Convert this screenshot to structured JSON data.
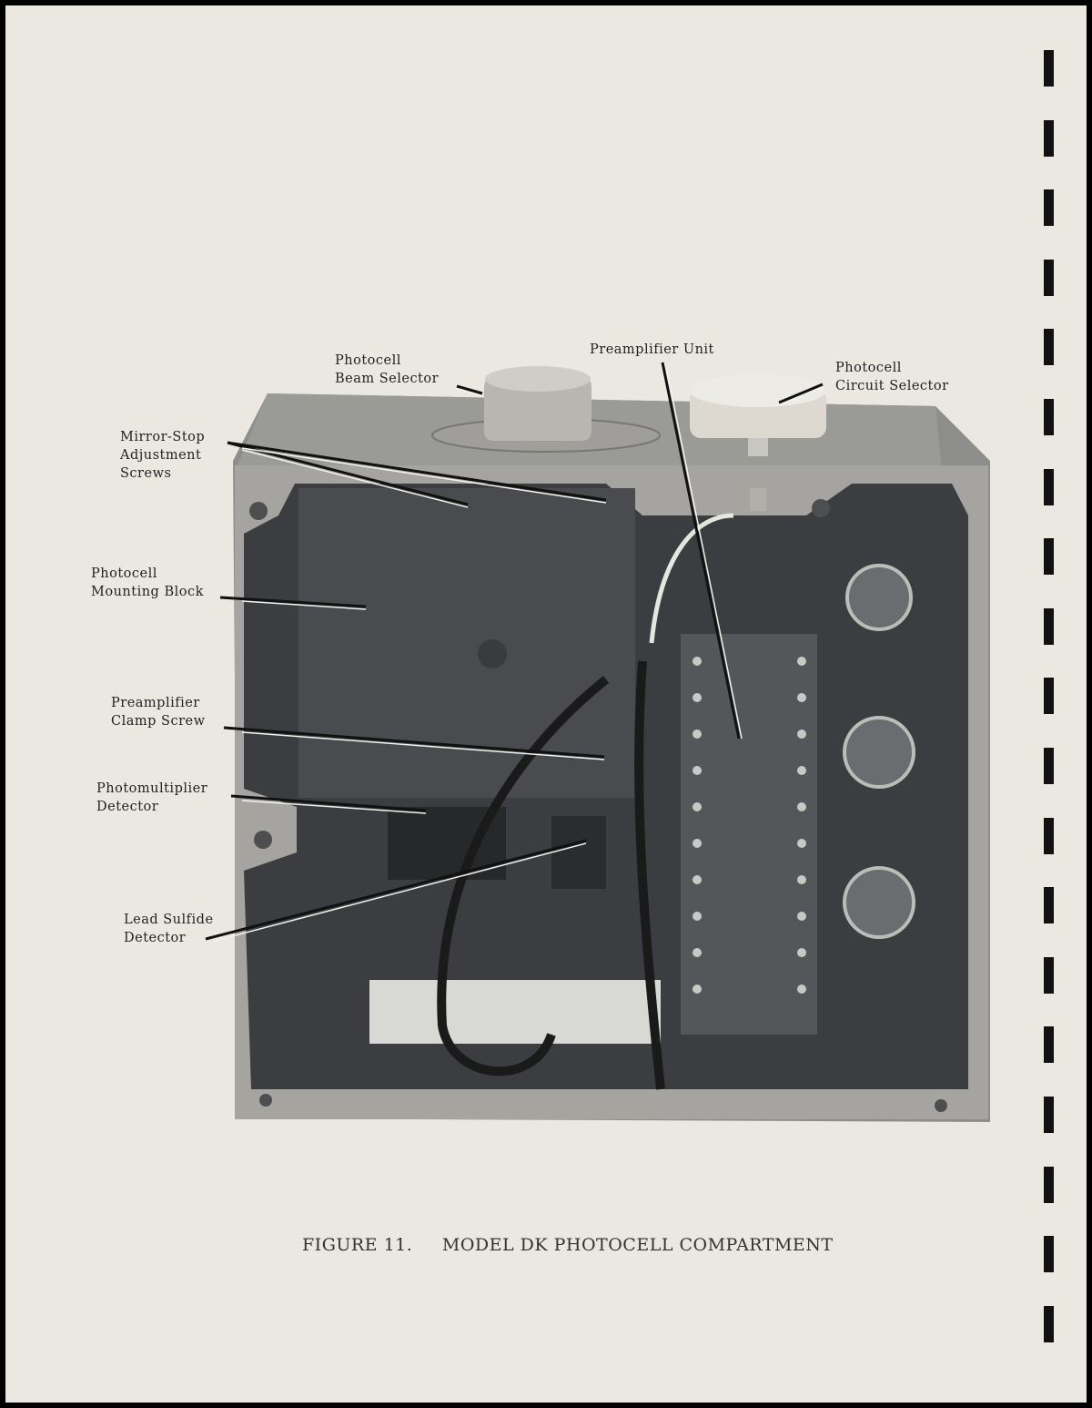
{
  "figure": {
    "number": "FIGURE 11.",
    "title": "MODEL DK PHOTOCELL COMPARTMENT"
  },
  "labels": {
    "beam_selector": [
      "Photocell",
      "Beam Selector"
    ],
    "preamplifier_unit": "Preamplifier Unit",
    "circuit_selector": [
      "Photocell",
      "Circuit Selector"
    ],
    "mirror_stop": [
      "Mirror-Stop",
      "Adjustment",
      "Screws"
    ],
    "mounting_block": [
      "Photocell",
      "Mounting Block"
    ],
    "clamp_screw": [
      "Preamplifier",
      "Clamp Screw"
    ],
    "photomultiplier": [
      "Photomultiplier",
      "Detector"
    ],
    "lead_sulfide": [
      "Lead Sulfide",
      "Detector"
    ]
  }
}
